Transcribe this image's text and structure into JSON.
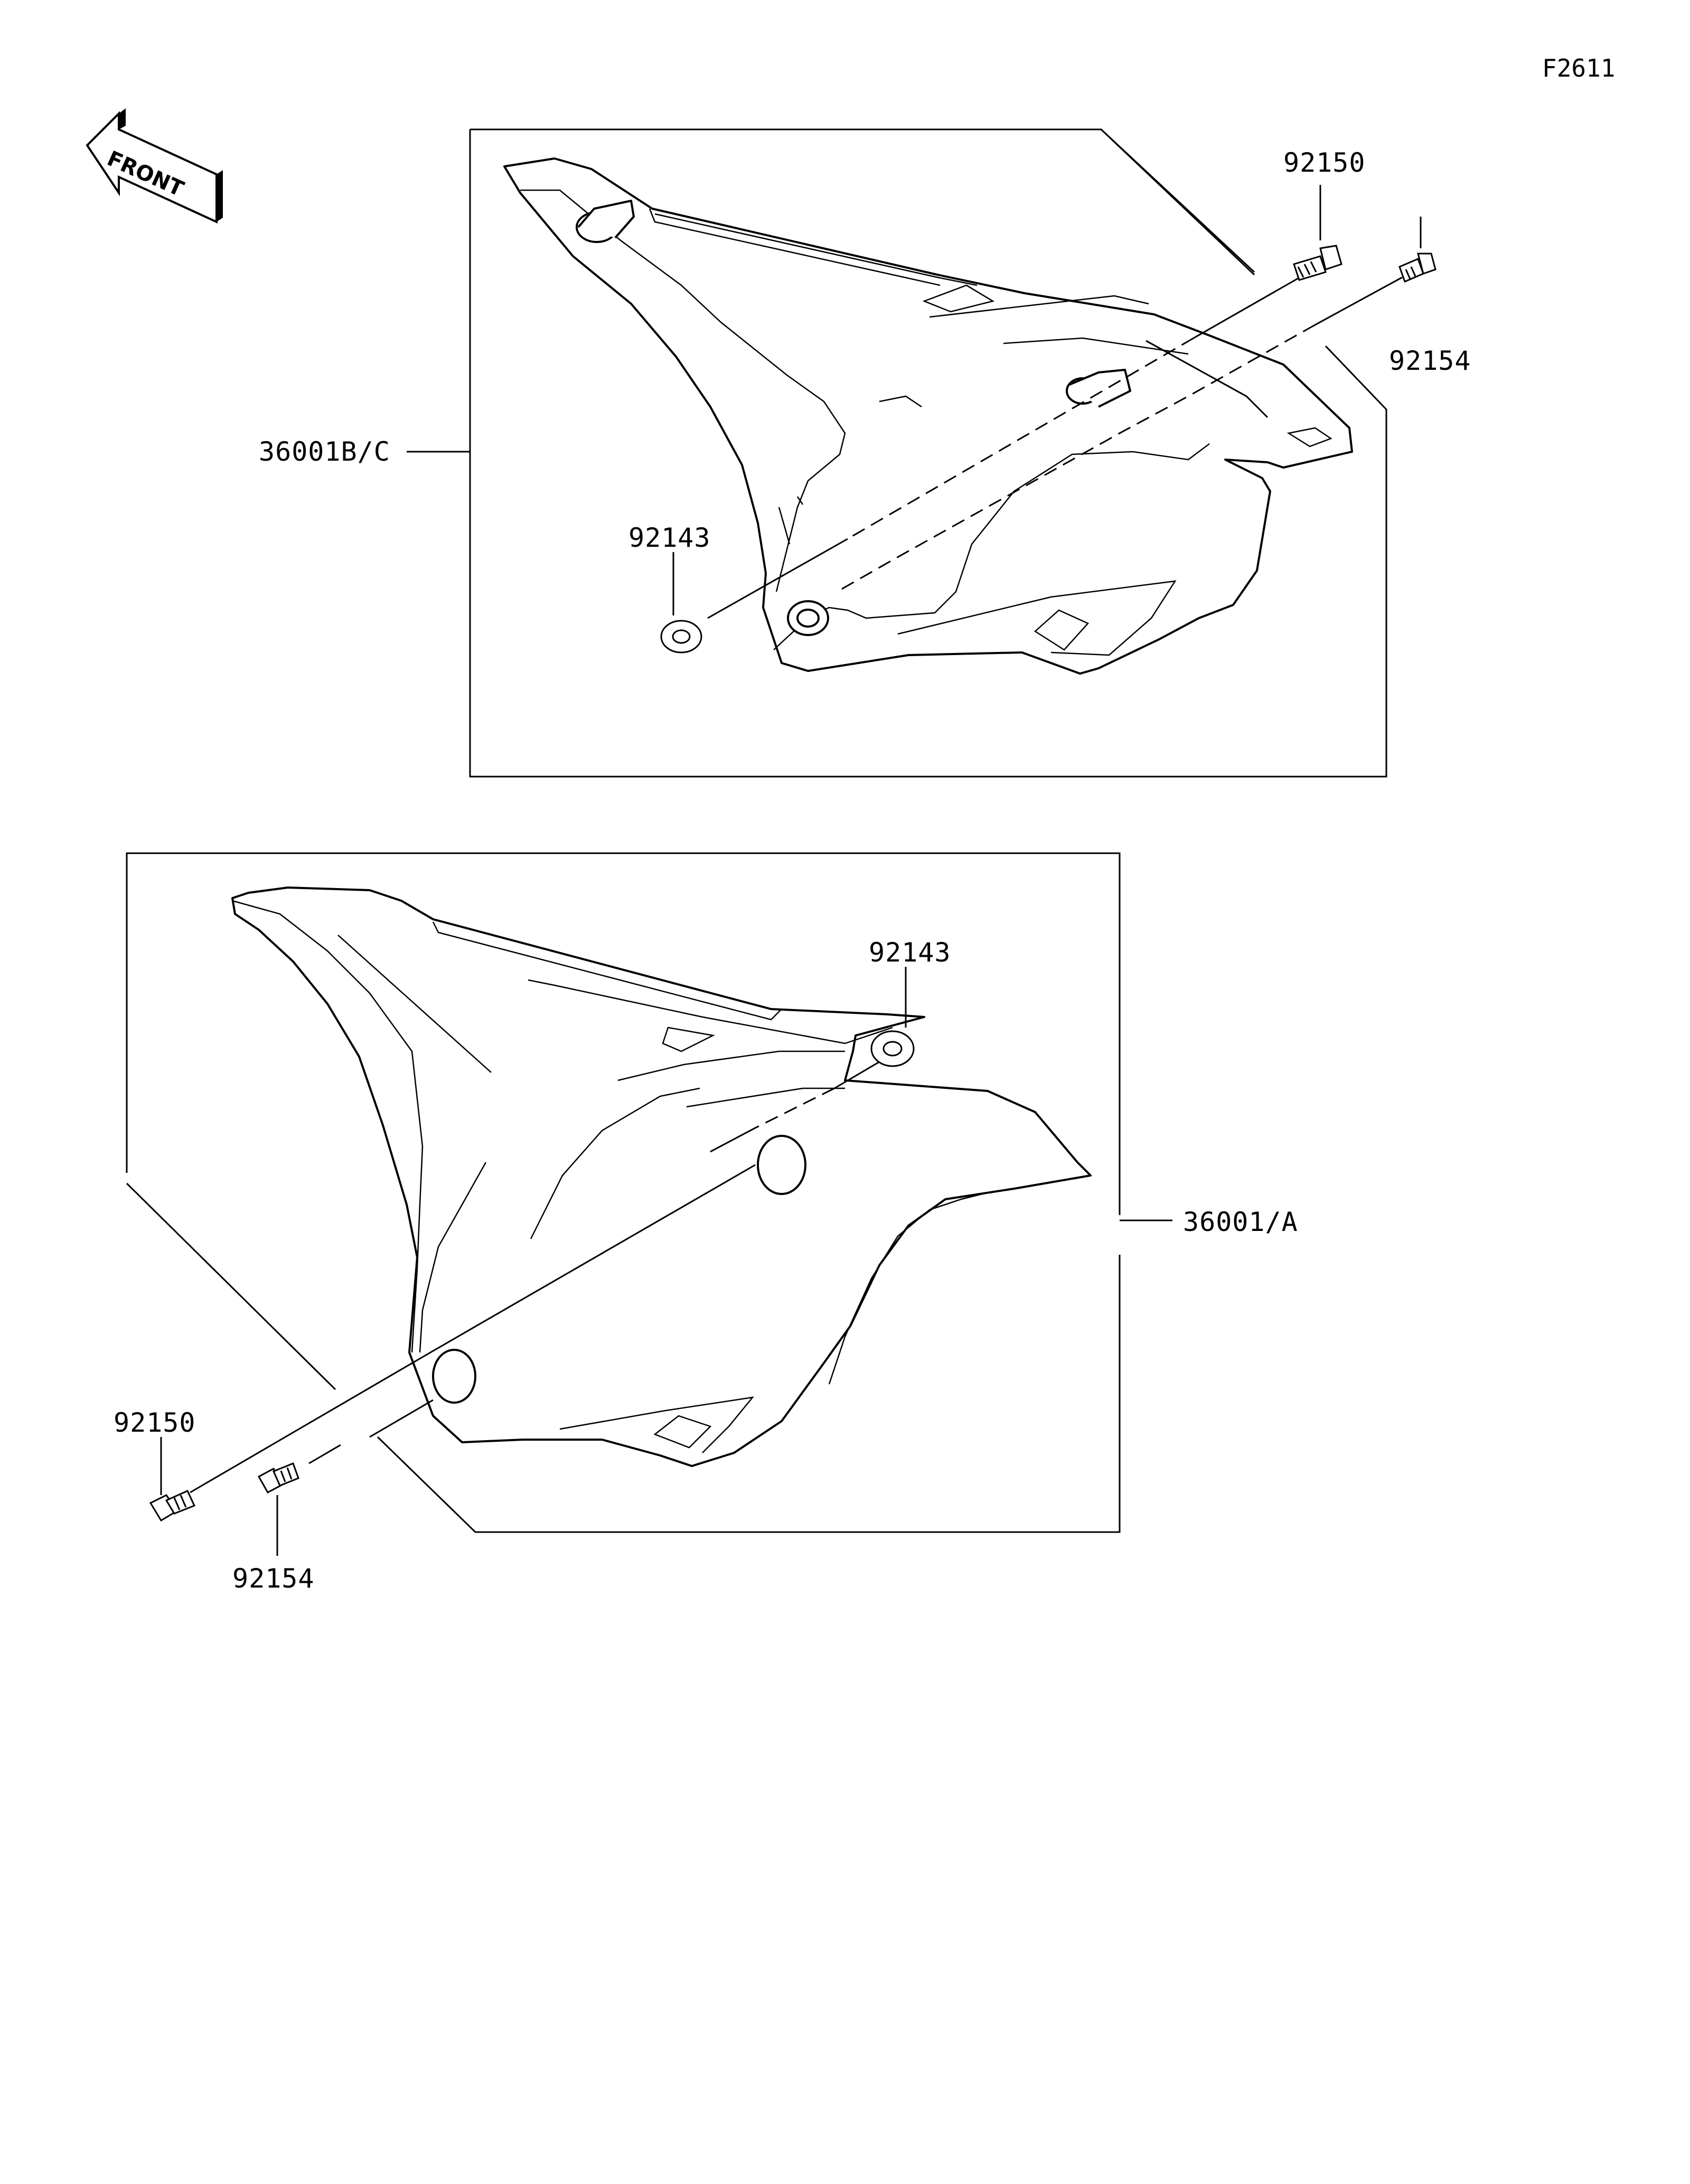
{
  "figure_code": "F2611",
  "front_indicator": "FRONT",
  "colors": {
    "line": "#000000",
    "background": "#ffffff"
  },
  "upper_assembly": {
    "callouts": {
      "cover": "36001B/C",
      "flange_bolt": "92150",
      "bolt": "92154",
      "collar": "92143"
    }
  },
  "lower_assembly": {
    "callouts": {
      "cover": "36001/A",
      "flange_bolt": "92150",
      "bolt": "92154",
      "collar": "92143"
    }
  }
}
